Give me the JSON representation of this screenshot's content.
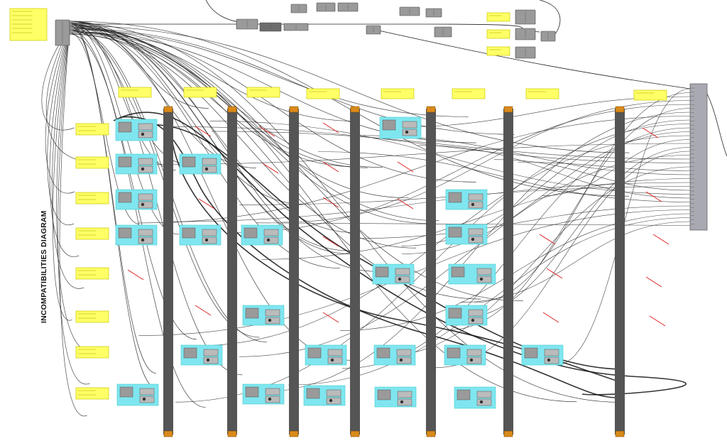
{
  "diagram": {
    "title": "INCOMPATIBILITIES DIAGRAM",
    "colors": {
      "background": "#ffffff",
      "panel_yellow": "#ffff66",
      "panel_yellow_border": "#c8c800",
      "cluster_cyan": "#7fe6f0",
      "node_grey": "#9a9a9a",
      "column_dark": "#555555",
      "column_cap": "#d98a1a",
      "wire": "#222222",
      "red_mark": "#e02020",
      "collector_grey": "#a9a9b2"
    },
    "icons": {
      "column_cap": "orange-param-cap",
      "collector": "merge-component",
      "cluster": "gh-component-group"
    },
    "columns": 8,
    "rows": 8
  }
}
